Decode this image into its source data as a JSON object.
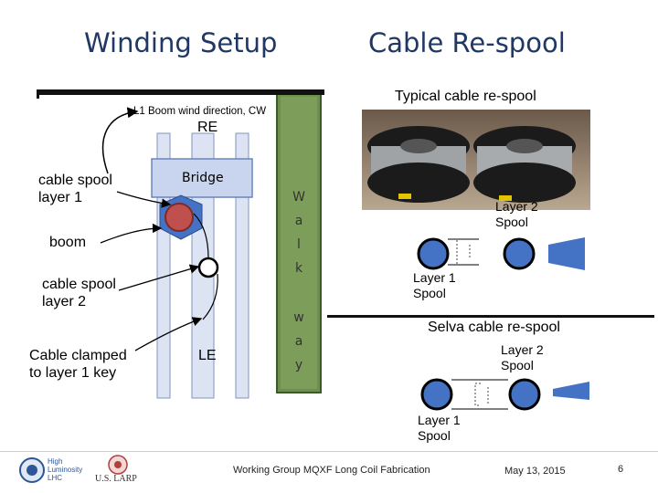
{
  "slide": {
    "title_left": "Winding Setup",
    "title_right": "Cable Re-spool"
  },
  "winding": {
    "wind_direction": "L1 Boom wind direction, CW",
    "re_label": "RE",
    "bridge_label": "Bridge",
    "le_label": "LE",
    "cable_spool_layer1": "cable spool\nlayer 1",
    "boom": "boom",
    "cable_spool_layer2": "cable spool\nlayer 2",
    "cable_clamped": "Cable clamped\nto layer 1 key",
    "walkway_letters": [
      "W",
      "a",
      "l",
      "k",
      "w",
      "a",
      "y"
    ]
  },
  "respool": {
    "typical_title": "Typical cable re-spool",
    "typical_layer2": "Layer 2\nSpool",
    "typical_layer1": "Layer 1\nSpool",
    "selva_title": "Selva cable re-spool",
    "selva_layer2": "Layer 2\nSpool",
    "selva_layer1": "Layer 1\nSpool",
    "colors": {
      "spool_fill": "#4472c4",
      "spool_ring": "#000000",
      "title_color": "#1f3864"
    }
  },
  "footer": {
    "logo_hilumi": "High\nLuminosity\nLHC",
    "logo_larp": "U.S. LARP",
    "center": "Working Group MQXF Long Coil Fabrication",
    "date": "May 13, 2015",
    "page": "6"
  }
}
